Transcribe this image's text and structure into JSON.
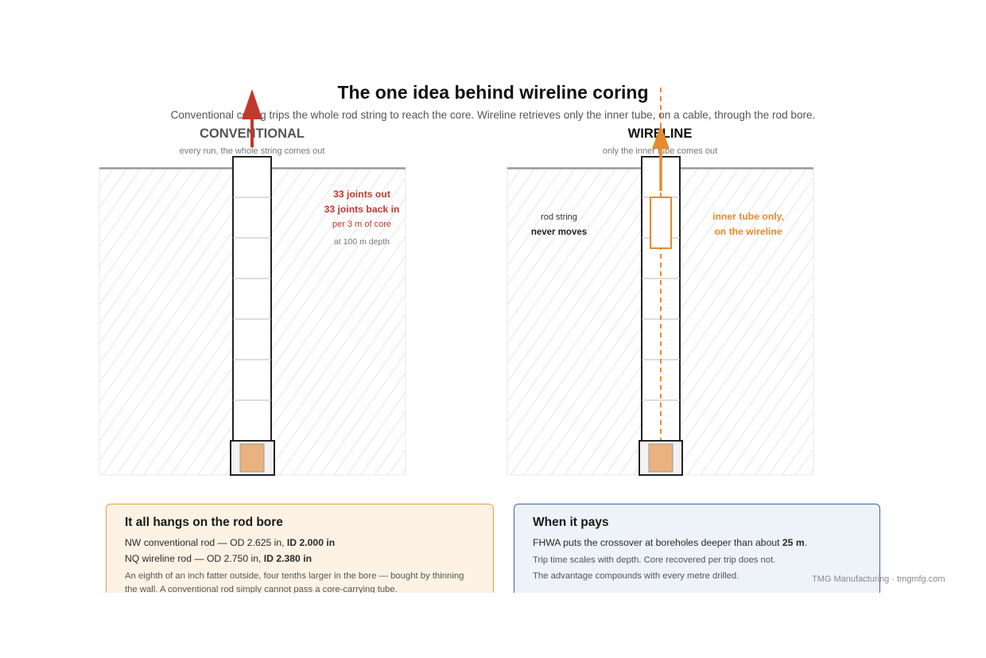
{
  "title": "The one idea behind wireline coring",
  "subtitle": "Conventional coring trips the whole rod string to reach the core. Wireline retrieves only the inner tube, on a cable, through the rod bore.",
  "conventional": {
    "heading": "CONVENTIONAL",
    "caption": "every run, the whole string comes out",
    "annot_line1": "33 joints out",
    "annot_line2": "33 joints back in",
    "annot_line3": "per 3 m of core",
    "annot_line4": "at 100 m depth"
  },
  "wireline": {
    "heading": "WIRELINE",
    "caption": "only the inner tube comes out",
    "rod_label_1": "rod string",
    "rod_label_2": "never moves",
    "tube_label_1": "inner tube only,",
    "tube_label_2": "on the wireline"
  },
  "card_bore": {
    "title": "It all hangs on the rod bore",
    "nw_prefix": "NW conventional rod — OD 2.625 in, ",
    "nw_id": "ID 2.000 in",
    "nq_prefix": "NQ wireline rod — OD 2.750 in, ",
    "nq_id": "ID 2.380 in",
    "note": "An eighth of an inch fatter outside, four tenths larger in the bore — bought by thinning the wall. A conventional rod simply cannot pass a core-carrying tube."
  },
  "card_pays": {
    "title": "When it pays",
    "line_prefix": "FHWA puts the crossover at boreholes deeper than about ",
    "line_value": "25 m",
    "line_suffix": ".",
    "note1": "Trip time scales with depth. Core recovered per trip does not.",
    "note2": "The advantage compounds with every metre drilled."
  },
  "footer": "TMG Manufacturing · tmgmfg.com",
  "colors": {
    "conventional_red": "#c0392b",
    "wireline_orange": "#e8892e",
    "core_fill": "#e9b27e",
    "card_bore_border": "#e8a04a",
    "card_pays_border": "#3d64b5"
  }
}
